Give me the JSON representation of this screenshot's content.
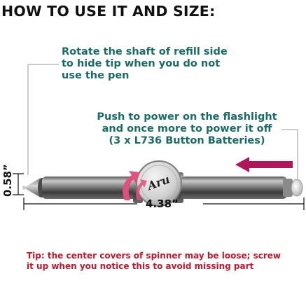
{
  "title": "HOW TO USE IT AND SIZE:",
  "note_rotate": [
    "Rotate the shaft of refill side",
    "to hide tip when you do not",
    "use the pen"
  ],
  "note_power": [
    "Push to power on the flashlight",
    "and once more to power it off",
    "(3 x L736 Button Batteries)"
  ],
  "dimension_length": "4.38”",
  "dimension_diameter": "0.58”",
  "logo_text": "Aru",
  "tip": [
    "Tip: the center covers of spinner may be loose; screw",
    "it up when you notice this to avoid missing part"
  ],
  "colors": {
    "note_text": "#1a6b66",
    "tip_text": "#c0192e",
    "push_arrow": "#b0175a",
    "rotate_arrow": "#e0507e",
    "pen_body": "#7e7e7e"
  }
}
